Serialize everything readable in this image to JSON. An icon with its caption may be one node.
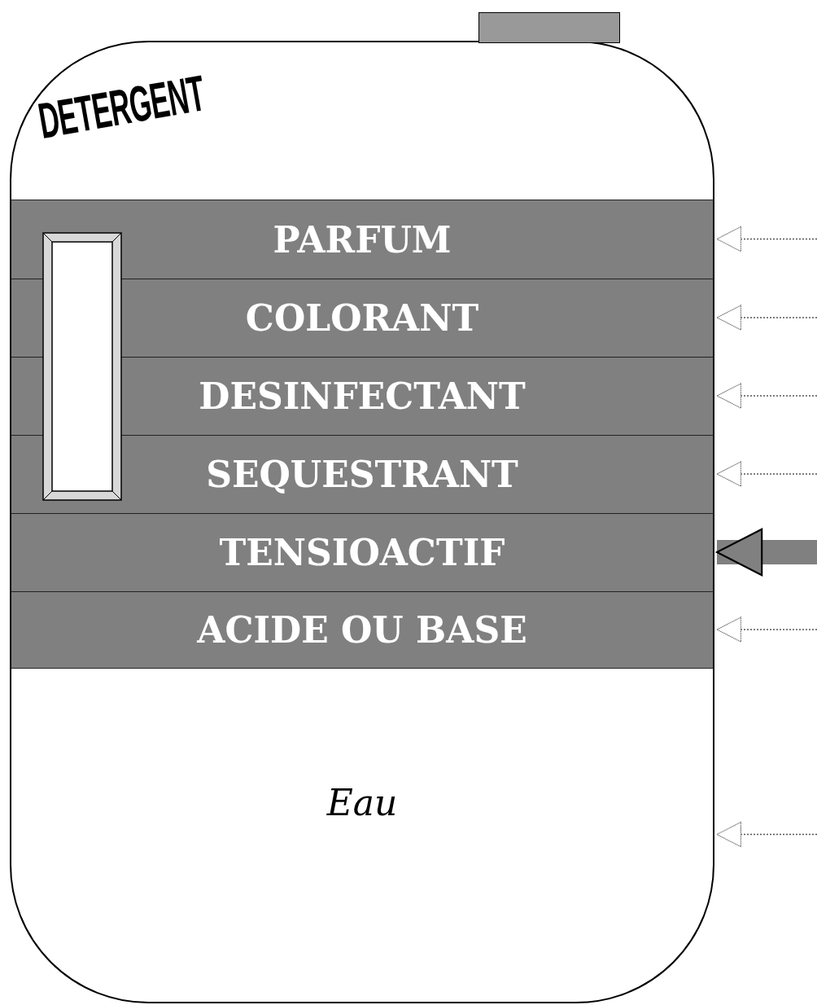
{
  "diagram": {
    "nodes": [
      {
        "text": [
          "DETERGENT"
        ]
      },
      {
        "text": [
          "PARFUM"
        ],
        "in": 0
      },
      {
        "text": [
          "COLORANT"
        ],
        "in": 0
      },
      {
        "text": [
          "DESINFECTANT"
        ],
        "in": 0
      },
      {
        "text": [
          "SEQUESTRANT"
        ],
        "in": 0
      },
      {
        "text": [
          "TENSIOACTIF"
        ],
        "in": 0
      },
      {
        "text": [
          "ACIDE OU BASE"
        ],
        "in": 0
      },
      {
        "text": [
          "Eau"
        ],
        "in": 0
      },
      {
        "text": [],
        "shape": "box"
      }
    ],
    "edges": [
      {
        "from": null,
        "to": 1,
        "arrow": "to",
        "style": "dashed"
      },
      {
        "from": null,
        "to": 2,
        "arrow": "to",
        "style": "dashed"
      },
      {
        "from": null,
        "to": 3,
        "arrow": "to",
        "style": "dashed"
      },
      {
        "from": null,
        "to": 4,
        "arrow": "to",
        "style": "dashed"
      },
      {
        "from": null,
        "to": 5,
        "arrow": "to",
        "style": "thick",
        "color": "#808080"
      },
      {
        "from": null,
        "to": 6,
        "arrow": "to",
        "style": "dashed"
      },
      {
        "from": null,
        "to": 7,
        "arrow": "to",
        "style": "dashed"
      }
    ]
  }
}
